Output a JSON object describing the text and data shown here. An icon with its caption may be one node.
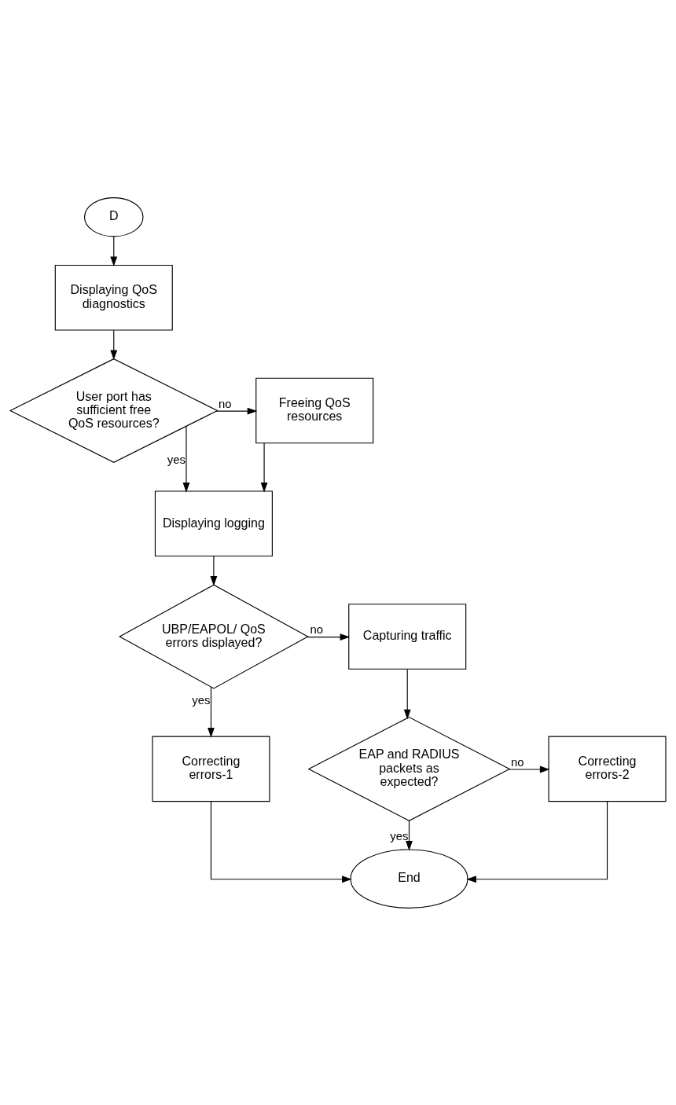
{
  "diagram": {
    "nodes": [
      {
        "text": [
          "D"
        ]
      },
      {
        "text": [
          "Displaying QoS diagnostics"
        ]
      },
      {
        "text": [
          "User port has sufficient free QoS resources?"
        ]
      },
      {
        "text": [
          "Freeing QoS resources"
        ]
      },
      {
        "text": [
          "Displaying logging"
        ]
      },
      {
        "text": [
          "UBP/EAPOL/ QoS errors displayed?"
        ]
      },
      {
        "text": [
          "Capturing traffic"
        ]
      },
      {
        "text": [
          "Correcting errors-1"
        ]
      },
      {
        "text": [
          "Correcting errors-2"
        ]
      },
      {
        "text": [
          "EAP and RADIUS packets as expected?"
        ]
      },
      {
        "text": [
          "End"
        ]
      }
    ],
    "edges": [
      {
        "from": 0,
        "to": 1,
        "arrow": "to"
      },
      {
        "from": 1,
        "to": 2,
        "arrow": "to"
      },
      {
        "from": 2,
        "to": 3,
        "arrow": "to",
        "label": "no"
      },
      {
        "from": 2,
        "to": 4,
        "arrow": "to",
        "label": "yes"
      },
      {
        "from": 3,
        "to": 4,
        "arrow": "to"
      },
      {
        "from": 4,
        "to": 5,
        "arrow": "to"
      },
      {
        "from": 5,
        "to": 6,
        "arrow": "to",
        "label": "no"
      },
      {
        "from": 5,
        "to": 7,
        "arrow": "to",
        "label": "yes"
      },
      {
        "from": 6,
        "to": 9,
        "arrow": "to"
      },
      {
        "from": 9,
        "to": 8,
        "arrow": "to",
        "label": "no"
      },
      {
        "from": 9,
        "to": 10,
        "arrow": "to",
        "label": "yes"
      },
      {
        "from": 7,
        "to": 10,
        "arrow": "to"
      },
      {
        "from": 8,
        "to": 10,
        "arrow": "to"
      }
    ]
  }
}
